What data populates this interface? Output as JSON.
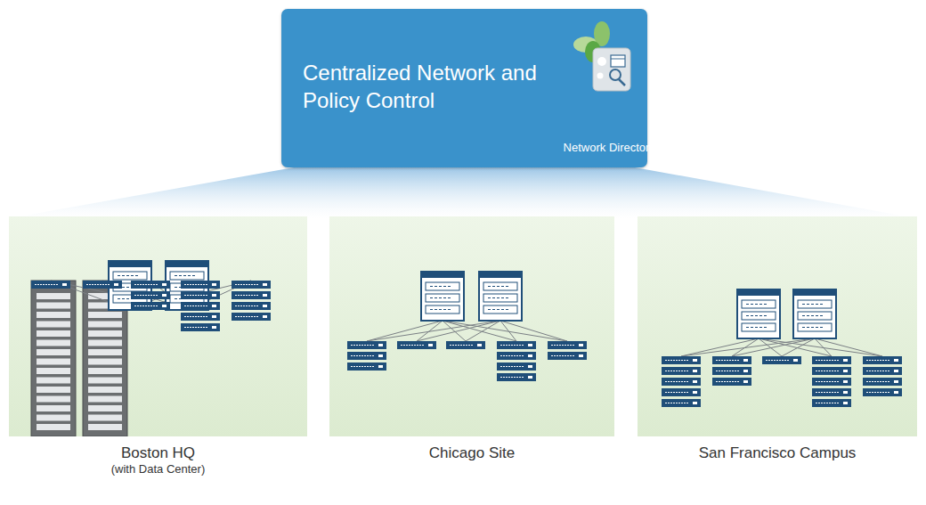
{
  "diagram": {
    "nodes": [
      {
        "text": [
          "Centralized Network and Policy Control",
          "Network Director"
        ]
      },
      {
        "text": [
          "Boston HQ",
          "(with Data Center)"
        ]
      },
      {
        "text": [
          "Chicago Site"
        ]
      },
      {
        "text": [
          "San Francisco Campus"
        ]
      }
    ]
  }
}
